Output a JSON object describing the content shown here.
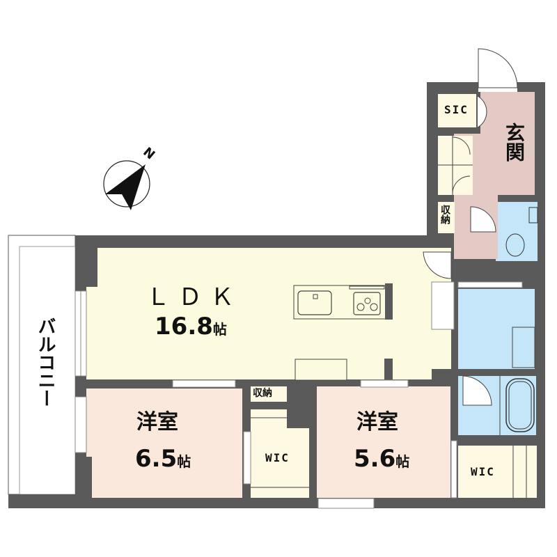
{
  "compass": {
    "label": "N",
    "direction": "north-east"
  },
  "rooms": {
    "ldk": {
      "name": "ＬＤＫ",
      "size": "16.8",
      "unit": "帖",
      "color": "#fdfbdf"
    },
    "western_room_1": {
      "name": "洋室",
      "size": "6.5",
      "unit": "帖",
      "color": "#fbe8dc"
    },
    "western_room_2": {
      "name": "洋室",
      "size": "5.6",
      "unit": "帖",
      "color": "#fbe8dc"
    },
    "entrance": {
      "name": "玄関",
      "color": "#e4cac4"
    },
    "sic": {
      "name": "SIC",
      "color": "#fdf9e3"
    },
    "storage_hall": {
      "name": "収納"
    },
    "storage_ldk": {
      "name": "収納"
    },
    "wic_1": {
      "name": "WIC"
    },
    "wic_2": {
      "name": "WIC"
    },
    "balcony": {
      "name": "バルコニー"
    },
    "wet_area": {
      "color": "#c5e6f9"
    }
  },
  "colors": {
    "wall": "#5a5a5a",
    "storage": "#fdf9e3",
    "line": "#333333"
  }
}
